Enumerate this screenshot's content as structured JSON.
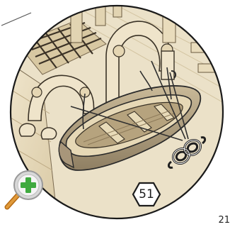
{
  "illustration": {
    "part_number": "51",
    "page_number": "21"
  },
  "colors": {
    "wood_light": "#e8dcc0",
    "wood_mid": "#d7c6a0",
    "wood_dark": "#a9977a",
    "outline": "#2a2a2a",
    "rope": "#3a3a3a",
    "magnifier_plus": "#3fae3f",
    "magnifier_handle": "#d9861f"
  },
  "icons": {
    "rope": "rope-coil-icon",
    "zoom": "magnifier-plus-icon",
    "part": "hexagon-part-badge"
  }
}
